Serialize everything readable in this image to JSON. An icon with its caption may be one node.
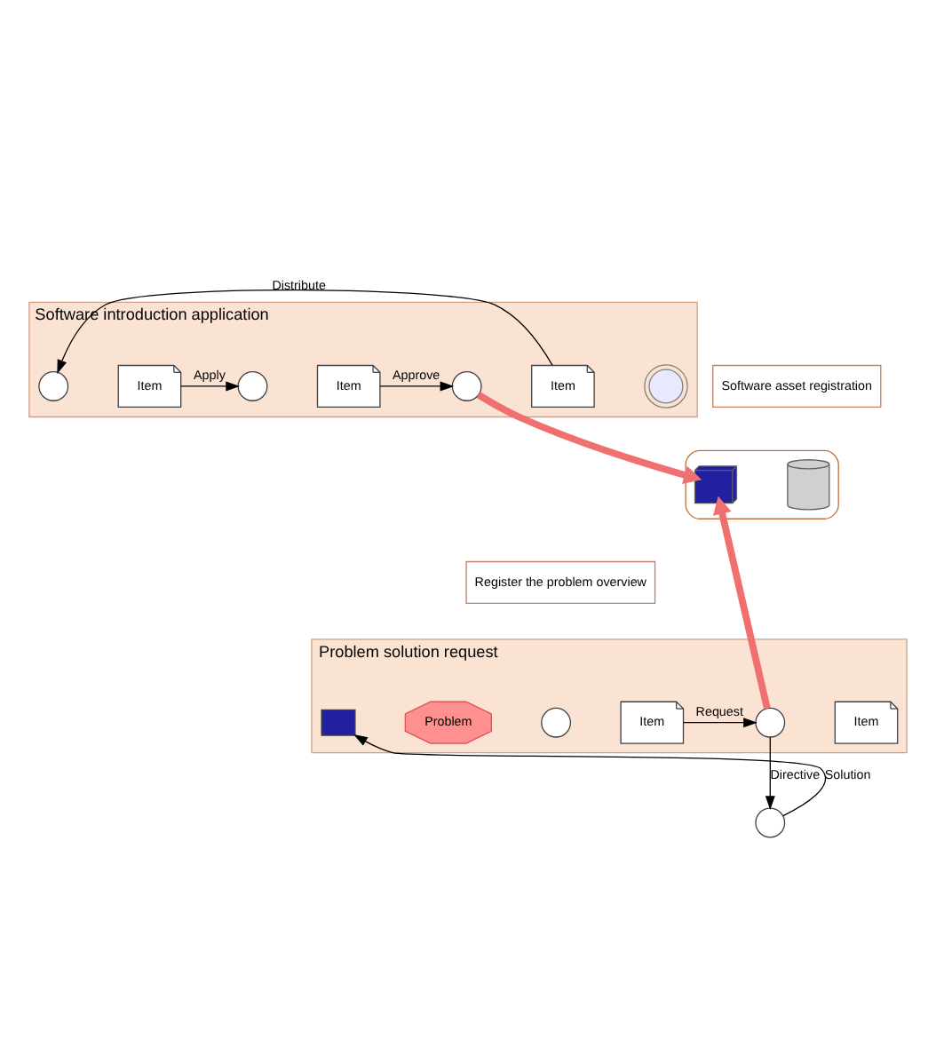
{
  "diagram": {
    "nodes": [
      {
        "text": [
          "Software introduction application"
        ]
      },
      {
        "text": [],
        "shape": "person",
        "in": 0
      },
      {
        "text": [
          "Item"
        ],
        "in": 0
      },
      {
        "text": [],
        "shape": "person",
        "in": 0
      },
      {
        "text": [
          "Item"
        ],
        "in": 0
      },
      {
        "text": [],
        "shape": "person",
        "in": 0
      },
      {
        "text": [
          "Item"
        ],
        "in": 0
      },
      {
        "text": [],
        "shape": "disc",
        "in": 0
      },
      {
        "text": [
          "Software asset registration"
        ]
      },
      {
        "text": [],
        "shape": "ellipse"
      },
      {
        "text": [],
        "shape": "computer",
        "in": 9
      },
      {
        "text": [],
        "shape": "cylinder",
        "in": 9
      },
      {
        "text": [
          "Register the problem overview"
        ]
      },
      {
        "text": [
          "Problem solution request"
        ]
      },
      {
        "text": [],
        "shape": "laptop",
        "in": 13
      },
      {
        "text": [
          "Problem"
        ],
        "in": 13
      },
      {
        "text": [],
        "shape": "person",
        "in": 13
      },
      {
        "text": [
          "Item"
        ],
        "in": 13
      },
      {
        "text": [],
        "shape": "person",
        "in": 13
      },
      {
        "text": [
          "Item"
        ],
        "in": 13
      },
      {
        "text": [],
        "shape": "person"
      }
    ],
    "edges": [
      {
        "from": 2,
        "to": 3,
        "label": "Apply",
        "arrow": "to"
      },
      {
        "from": 4,
        "to": 5,
        "label": "Approve",
        "arrow": "to"
      },
      {
        "from": 6,
        "to": 1,
        "label": "Distribute",
        "arrow": "to"
      },
      {
        "from": 5,
        "to": 10,
        "arrow": "to",
        "style": "thick",
        "color": "#f07070"
      },
      {
        "from": 18,
        "to": 10,
        "arrow": "to",
        "style": "thick",
        "color": "#f07070"
      },
      {
        "from": 17,
        "to": 18,
        "label": "Request",
        "arrow": "to"
      },
      {
        "from": 18,
        "to": 20,
        "label": "Directive",
        "arrow": "to"
      },
      {
        "from": 20,
        "to": 14,
        "label": "Solution",
        "arrow": "to"
      }
    ]
  }
}
